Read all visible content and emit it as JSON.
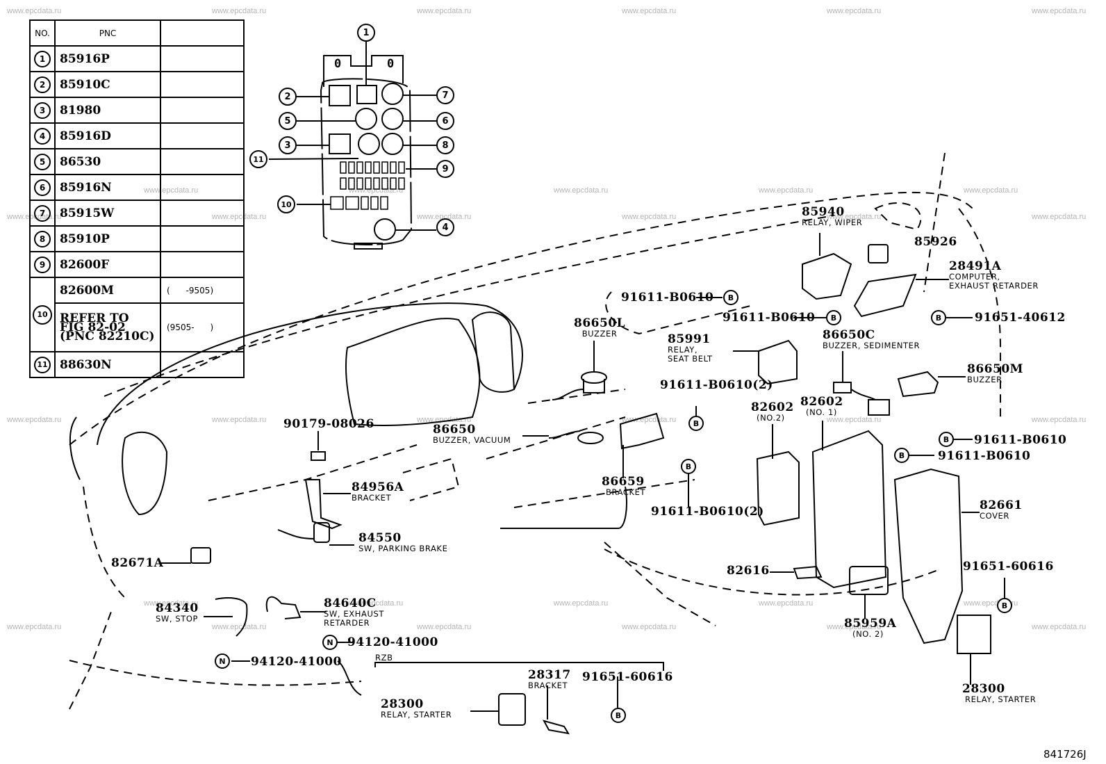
{
  "watermark": "www.epcdata.ru",
  "figure_code": "841726J",
  "table": {
    "headers": {
      "no": "NO.",
      "pnc": "PNC",
      "note": ""
    },
    "rows": [
      {
        "no": "1",
        "pnc": "85916P",
        "note": ""
      },
      {
        "no": "2",
        "pnc": "85910C",
        "note": ""
      },
      {
        "no": "3",
        "pnc": "81980",
        "note": ""
      },
      {
        "no": "4",
        "pnc": "85916D",
        "note": ""
      },
      {
        "no": "5",
        "pnc": "86530",
        "note": ""
      },
      {
        "no": "6",
        "pnc": "85916N",
        "note": ""
      },
      {
        "no": "7",
        "pnc": "85915W",
        "note": ""
      },
      {
        "no": "8",
        "pnc": "85910P",
        "note": ""
      },
      {
        "no": "9",
        "pnc": "82600F",
        "note": ""
      },
      {
        "no": "10",
        "pnc": "82600M",
        "note": "(      -9505)",
        "alt_pnc_lines": [
          "REFER TO",
          "FIG 82-02",
          "(PNC 82210C)"
        ],
        "alt_note": "(9505-      )"
      },
      {
        "no": "11",
        "pnc": "88630N",
        "note": ""
      }
    ]
  },
  "fuse_box_callouts": [
    "1",
    "2",
    "3",
    "4",
    "5",
    "6",
    "7",
    "8",
    "9",
    "10",
    "11"
  ],
  "fuse_box_marks": [
    "0",
    "0"
  ],
  "parts": [
    {
      "id": "p85940",
      "pnc": "85940",
      "desc": [
        "RELAY, WIPER"
      ]
    },
    {
      "id": "p85926",
      "pnc": "85926",
      "desc": []
    },
    {
      "id": "p28491a",
      "pnc": "28491A",
      "desc": [
        "COMPUTER,",
        "EXHAUST RETARDER"
      ]
    },
    {
      "id": "p86650l",
      "pnc": "86650L",
      "desc": [
        "BUZZER"
      ]
    },
    {
      "id": "p85991",
      "pnc": "85991",
      "desc": [
        "RELAY,",
        "SEAT BELT"
      ]
    },
    {
      "id": "p86650c",
      "pnc": "86650C",
      "desc": [
        "BUZZER, SEDIMENTER"
      ]
    },
    {
      "id": "p86650m",
      "pnc": "86650M",
      "desc": [
        "BUZZER"
      ]
    },
    {
      "id": "p90179",
      "pnc": "90179-08026",
      "desc": []
    },
    {
      "id": "p86650",
      "pnc": "86650",
      "desc": [
        "BUZZER, VACUUM"
      ]
    },
    {
      "id": "p82602_2",
      "pnc": "82602",
      "desc": [
        "(NO.2)"
      ]
    },
    {
      "id": "p82602_1",
      "pnc": "82602",
      "desc": [
        "(NO. 1)"
      ]
    },
    {
      "id": "p84956a",
      "pnc": "84956A",
      "desc": [
        "BRACKET"
      ]
    },
    {
      "id": "p86659",
      "pnc": "86659",
      "desc": [
        "BRACKET"
      ]
    },
    {
      "id": "p82661",
      "pnc": "82661",
      "desc": [
        "COVER"
      ]
    },
    {
      "id": "p84550",
      "pnc": "84550",
      "desc": [
        "SW, PARKING BRAKE"
      ]
    },
    {
      "id": "p82671a",
      "pnc": "82671A",
      "desc": []
    },
    {
      "id": "p82616",
      "pnc": "82616",
      "desc": []
    },
    {
      "id": "p91651_60616r",
      "pnc": "91651-60616",
      "desc": []
    },
    {
      "id": "p84340",
      "pnc": "84340",
      "desc": [
        "SW, STOP"
      ]
    },
    {
      "id": "p84640c",
      "pnc": "84640C",
      "desc": [
        "SW, EXHAUST",
        "RETARDER"
      ]
    },
    {
      "id": "p85959a",
      "pnc": "85959A",
      "desc": [
        "(NO. 2)"
      ]
    },
    {
      "id": "p94120a",
      "pnc": "94120-41000",
      "desc": []
    },
    {
      "id": "p94120b",
      "pnc": "94120-41000",
      "desc": []
    },
    {
      "id": "p28317",
      "pnc": "28317",
      "desc": [
        "BRACKET"
      ]
    },
    {
      "id": "p91651_60616b",
      "pnc": "91651-60616",
      "desc": []
    },
    {
      "id": "p28300l",
      "pnc": "28300",
      "desc": [
        "RELAY, STARTER"
      ]
    },
    {
      "id": "p28300r",
      "pnc": "28300",
      "desc": [
        "RELAY, STARTER"
      ]
    }
  ],
  "bolt_callouts": [
    {
      "pnc": "91611-B0610",
      "mark": "B"
    },
    {
      "pnc": "91611-B0610",
      "mark": "B"
    },
    {
      "pnc": "91651-40612",
      "mark": "B"
    },
    {
      "pnc": "91611-B0610(2)",
      "mark": "B"
    },
    {
      "pnc": "91611-B0610(2)",
      "mark": "B"
    },
    {
      "pnc": "91611-B0610",
      "mark": "B"
    },
    {
      "pnc": "91611-B0610",
      "mark": "B"
    }
  ],
  "markers": {
    "bolt": "B",
    "nut": "N"
  },
  "group_label": "RZB"
}
